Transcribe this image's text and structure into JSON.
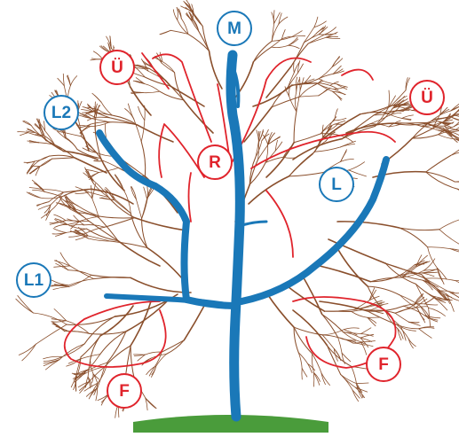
{
  "colors": {
    "leader_blue": "#1a78b8",
    "fruit_red": "#e0242c",
    "branch_brown": "#8a4f2c",
    "ground_green": "#4a9c3b"
  },
  "labels": {
    "M": {
      "text": "M",
      "color": "blue"
    },
    "L2": {
      "text": "L2",
      "color": "blue"
    },
    "L": {
      "text": "L",
      "color": "blue"
    },
    "L1": {
      "text": "L1",
      "color": "blue"
    },
    "R": {
      "text": "R",
      "color": "red"
    },
    "U_left": {
      "text": "Ü",
      "color": "red"
    },
    "U_right": {
      "text": "Ü",
      "color": "red"
    },
    "F_left": {
      "text": "F",
      "color": "red"
    },
    "F_right": {
      "text": "F",
      "color": "red"
    }
  }
}
